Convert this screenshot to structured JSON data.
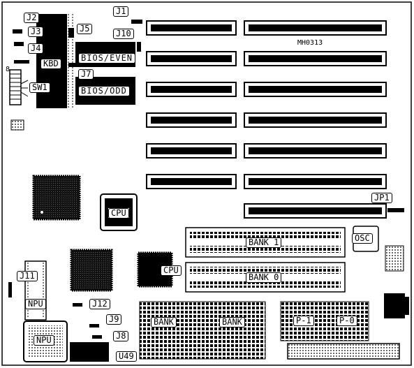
{
  "board_id": "MH0313",
  "switch_pin": "8",
  "labels": {
    "j1": "J1",
    "j2": "J2",
    "j3": "J3",
    "j4": "J4",
    "j5": "J5",
    "j7": "J7",
    "j8": "J8",
    "j9": "J9",
    "j10": "J10",
    "j11": "J11",
    "j12": "J12",
    "jp1": "JP1",
    "kbd": "KBD",
    "sw1": "SW1",
    "bios_even": "BIOS/EVEN",
    "bios_odd": "BIOS/ODD",
    "cpu1": "CPU",
    "cpu2": "CPU",
    "npu1": "NPU",
    "npu2": "NPU",
    "bank1": "BANK 1",
    "bank0": "BANK 0",
    "bank_a": "BANK",
    "bank_b": "BANK",
    "osc": "OSC",
    "p1": "P-1",
    "p0": "P-0",
    "u49": "U49"
  }
}
